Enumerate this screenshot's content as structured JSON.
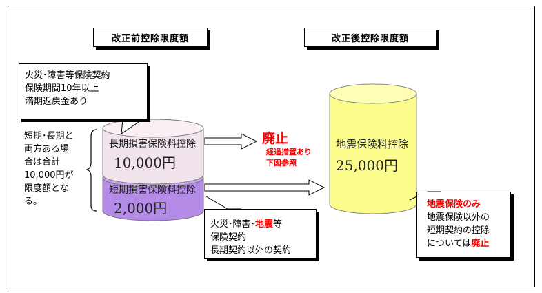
{
  "before": {
    "header": "改正前控除限度額",
    "callout_top": [
      "火災･障害等保険契約",
      "保険期間10年以上",
      "満期返戻金あり"
    ],
    "side_note": [
      "短期･長期と",
      "両方ある場",
      "合は合計",
      "10,000円が",
      "限度額とな",
      "る。"
    ],
    "long_label": "長期損害保険料控除",
    "long_amount": "10,000円",
    "short_label": "短期損害保険料控除",
    "short_amount": "2,000円",
    "callout_bottom": {
      "line1_a": "火災･障害･",
      "line1_red": "地震",
      "line1_b": "等",
      "line2": "保険契約",
      "line3": "長期契約以外の契約"
    }
  },
  "abolished": {
    "title": "廃止",
    "note1": "経過措置あり",
    "note2": "下図参照"
  },
  "after": {
    "header": "改正後控除限度額",
    "label": "地震保険料控除",
    "amount": "25,000円",
    "callout": {
      "title": "地震保険のみ",
      "line2": "地震保険以外の",
      "line3": "短期契約の控除",
      "line4_a": "については",
      "line4_red": "廃止"
    }
  },
  "colors": {
    "long_cylinder": "#f2e4ec",
    "short_cylinder": "#b48be6",
    "after_cylinder": "#fcfc8c",
    "accent_red": "#ff0000"
  }
}
